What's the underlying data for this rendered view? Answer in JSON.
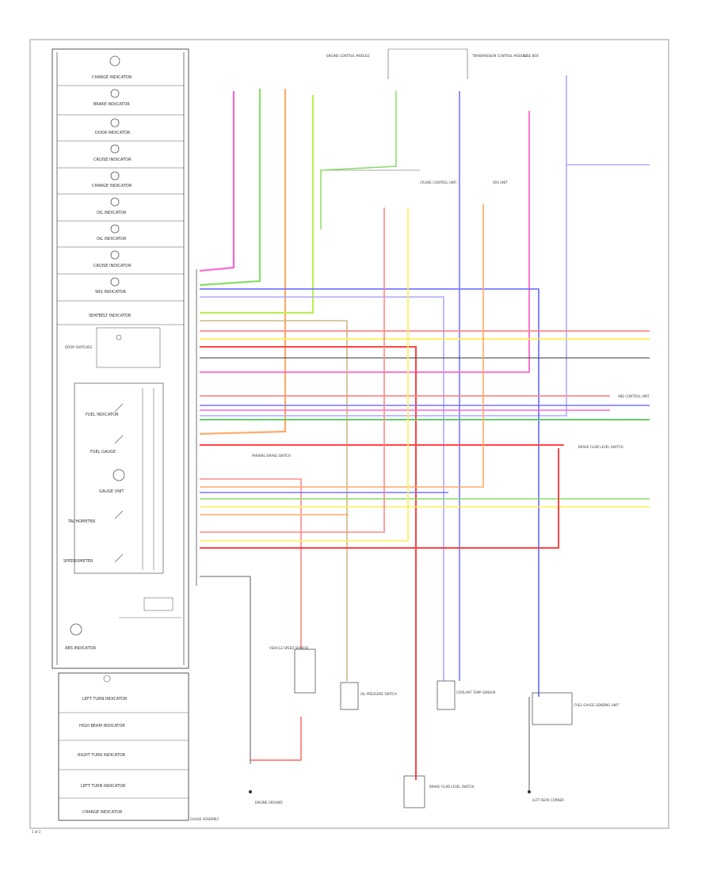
{
  "colors": {
    "pink": "#ff66cc",
    "ltgreen": "#88dd66",
    "orange": "#ffaa66",
    "yelgreen": "#bbee55",
    "blue": "#7777ff",
    "green": "#66cc66",
    "red": "#ff4444",
    "salmon": "#ff8888",
    "yellow": "#ffee55",
    "lavender": "#aaaaff",
    "tan": "#ccbb88",
    "black": "#333333",
    "frame": "#999999"
  },
  "cluster_items": [
    "CHARGE INDICATOR",
    "BRAKE INDICATOR",
    "DOOR INDICATOR",
    "CRUISE INDICATOR",
    "CHARGE INDICATOR",
    "OIL INDICATOR",
    "OIL INDICATOR",
    "CRUISE INDICATOR",
    "SRS INDICATOR"
  ],
  "cluster_sections": {
    "seatbelt": "SEATBELT INDICATOR",
    "fuel_gauge": "FUEL GAUGE",
    "fuel_indicator": "FUEL INDICATOR",
    "tachometer": "TACHOMETER",
    "speedometer": "SPEEDOMETER",
    "abs": "ABS INDICATOR",
    "gauge_unit": "GAUGE UNIT"
  },
  "lower_indicators": [
    "LEFT TURN INDICATOR",
    "HIGH BEAM INDICATOR",
    "RIGHT TURN INDICATOR",
    "LEFT TURN INDICATOR",
    "CHARGE INDICATOR"
  ],
  "components": {
    "fuse_box": "FUSE BOX",
    "engine_control_module": "ENGINE CONTROL MODULE",
    "transmission_control": "TRANSMISSION CONTROL MODULE",
    "cruise_control_unit": "CRUISE CONTROL UNIT",
    "abs_unit": "ABS CONTROL UNIT",
    "srs_unit": "SRS UNIT",
    "brake_fluid_switch": "BRAKE FLUID LEVEL SWITCH",
    "oil_pressure_switch": "OIL PRESSURE SWITCH",
    "vehicle_speed_sensor": "VEHICLE SPEED SENSOR",
    "fuel_gauge_sending": "FUEL GAUGE SENDING UNIT",
    "coolant_temp_sensor": "COOLANT TEMP SENSOR",
    "ground_left_rear": "LEFT REAR CORNER",
    "ground_engine": "ENGINE GROUND",
    "parking_brake": "PARKING BRAKE SWITCH",
    "gauge_assembly": "GAUGE ASSEMBLY",
    "door_switches": "DOOR SWITCHES"
  },
  "footer_id": "1 of 2"
}
